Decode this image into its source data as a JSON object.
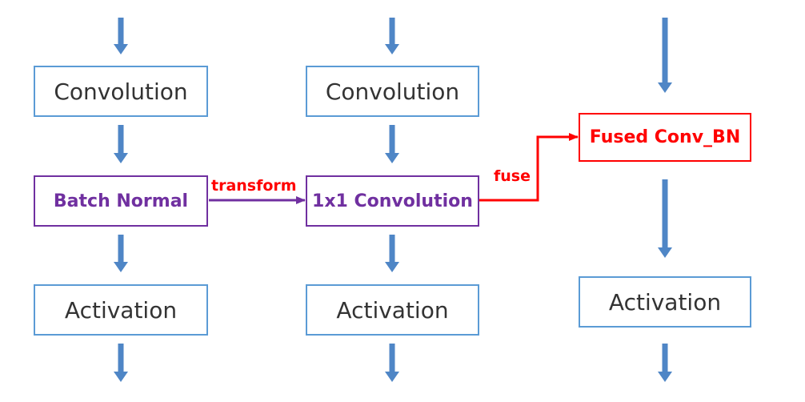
{
  "colors": {
    "flow_arrow": "#4f86c6",
    "box_border": "#5b9bd5",
    "batch_norm": "#7030a0",
    "fused": "#ff0000",
    "edge_label": "#ff0000"
  },
  "columns": [
    {
      "conv_label": "Convolution",
      "mid_label": "Batch Normal",
      "act_label": "Activation"
    },
    {
      "conv_label": "Convolution",
      "mid_label": "1x1 Convolution",
      "act_label": "Activation"
    },
    {
      "fused_label": "Fused Conv_BN",
      "act_label": "Activation"
    }
  ],
  "edges": {
    "transform_label": "transform",
    "fuse_label": "fuse"
  }
}
